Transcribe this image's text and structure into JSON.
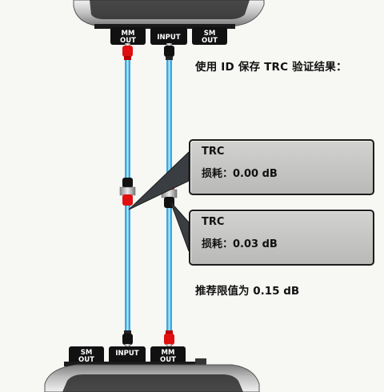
{
  "top_device": {
    "ports": [
      {
        "line1": "MM",
        "line2": "OUT"
      },
      {
        "line1": "INPUT",
        "line2": ""
      },
      {
        "line1": "SM",
        "line2": "OUT"
      }
    ]
  },
  "bottom_device": {
    "ports": [
      {
        "line1": "SM",
        "line2": "OUT"
      },
      {
        "line1": "INPUT",
        "line2": ""
      },
      {
        "line1": "MM",
        "line2": "OUT"
      }
    ]
  },
  "heading": "使用 ID 保存 TRC 验证结果：",
  "results": [
    {
      "title": "TRC",
      "loss_label": "损耗：",
      "loss_value": "0.00 dB"
    },
    {
      "title": "TRC",
      "loss_label": "损耗：",
      "loss_value": "0.03 dB"
    }
  ],
  "recommendation": "推荐限值为 0.15 dB",
  "colors": {
    "fiber": "#3aa9e0",
    "fiber_core": "#bfe6f7",
    "connector_red": "#e01010",
    "connector_black": "#111111",
    "device_shell": "#c9c9c9",
    "box_fill": "#c4c5c2",
    "background": "#f7f7f4"
  }
}
